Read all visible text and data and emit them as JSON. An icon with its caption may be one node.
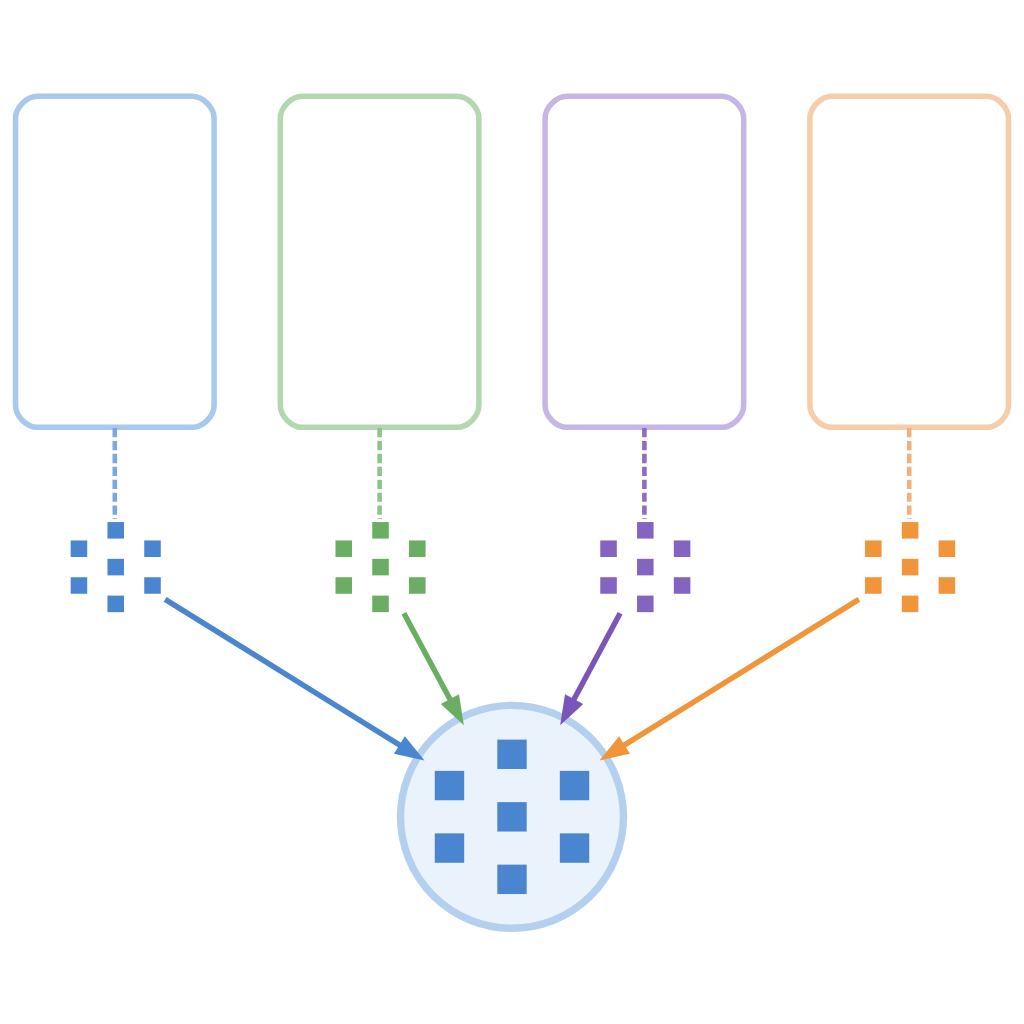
{
  "diagram": {
    "nodes": [
      {
        "text": [],
        "shape": "box"
      },
      {
        "text": [],
        "shape": "box"
      },
      {
        "text": [],
        "shape": "box"
      },
      {
        "text": [],
        "shape": "box"
      },
      {
        "text": [],
        "shape": "picture"
      },
      {
        "text": [],
        "shape": "picture"
      },
      {
        "text": [],
        "shape": "picture"
      },
      {
        "text": [],
        "shape": "picture"
      },
      {
        "text": [],
        "shape": "circle"
      }
    ],
    "edges": [
      {
        "from": 0,
        "to": 4,
        "arrow": "none",
        "style": "dashed",
        "color": "#7aa9e0"
      },
      {
        "from": 1,
        "to": 5,
        "arrow": "none",
        "style": "dashed",
        "color": "#8dc48a"
      },
      {
        "from": 2,
        "to": 6,
        "arrow": "none",
        "style": "dashed",
        "color": "#8d6ec4"
      },
      {
        "from": 3,
        "to": 7,
        "arrow": "none",
        "style": "dashed",
        "color": "#f4b07a"
      },
      {
        "from": 4,
        "to": 8,
        "arrow": "to",
        "color": "#4a86d0"
      },
      {
        "from": 5,
        "to": 8,
        "arrow": "to",
        "color": "#6aae64"
      },
      {
        "from": 6,
        "to": 8,
        "arrow": "to",
        "color": "#7a56b8"
      },
      {
        "from": 7,
        "to": 8,
        "arrow": "to",
        "color": "#f0953a"
      }
    ]
  }
}
